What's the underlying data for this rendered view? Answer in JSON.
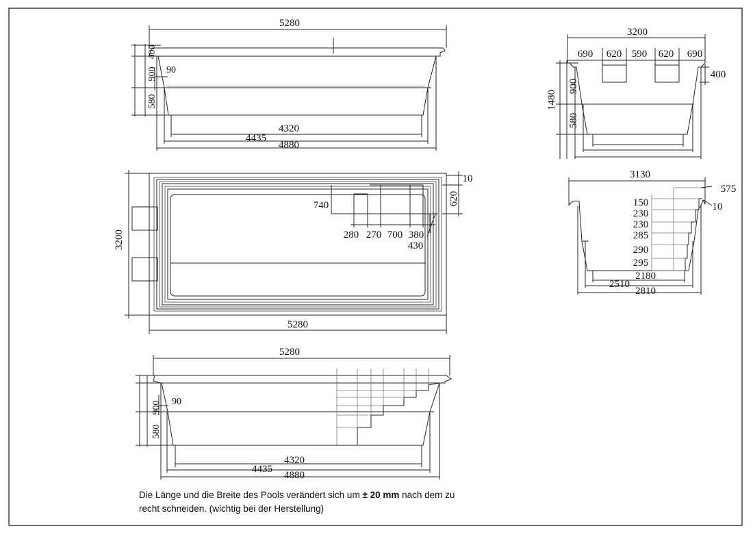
{
  "views": {
    "side_top": {
      "overall_length": "5280",
      "rim_height": "400",
      "upper_height": "900",
      "lower_height": "580",
      "offset": "90",
      "floor_length": "4320",
      "mid_length": "4435",
      "bench_length": "4880"
    },
    "plan": {
      "width": "3200",
      "length": "5280",
      "rim": "10",
      "step_depth": "620",
      "step_width": "740",
      "steps": [
        "280",
        "270",
        "700",
        "380"
      ],
      "step_extra": "430"
    },
    "side_bottom": {
      "overall_length": "5280",
      "upper_height": "900",
      "lower_height": "580",
      "offset": "90",
      "floor_length": "4320",
      "mid_length": "4435",
      "bench_length": "4880"
    },
    "end_top": {
      "overall_width": "3200",
      "segments": [
        "690",
        "620",
        "590",
        "620",
        "690"
      ],
      "total_height": "1480",
      "upper_height": "900",
      "lower_height": "580",
      "rim_height": "400"
    },
    "end_bottom": {
      "overall_width": "3130",
      "rim_top": "575",
      "rim_side": "10",
      "step_heights": [
        "150",
        "230",
        "230",
        "285",
        "290",
        "295"
      ],
      "floor_width": "2180",
      "mid_width": "2510",
      "base_width": "2810"
    }
  },
  "note": {
    "line1_pre": "Die Länge und die Breite des Pools verändert sich um ",
    "line1_bold": "± 20 mm",
    "line1_post": " nach dem zu",
    "line2": "recht schneiden. (wichtig bei der Herstellung)"
  }
}
